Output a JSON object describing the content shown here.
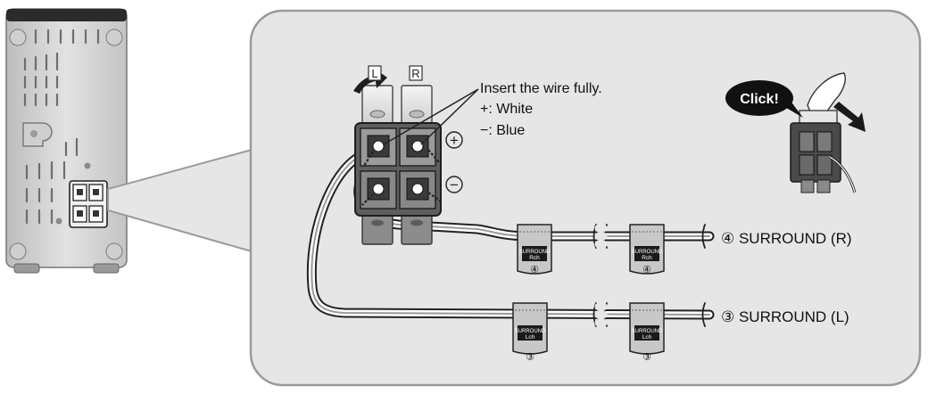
{
  "instruction": {
    "line1": "Insert the wire fully.",
    "line2": "+: White",
    "line3": "−: Blue"
  },
  "callout": "Click!",
  "terminals": {
    "left": "L",
    "right": "R",
    "plus": "+",
    "minus": "−"
  },
  "speakers": {
    "right": {
      "label": "④ SURROUND (R)",
      "tag_top": "SURROUND",
      "tag_ch": "Rch",
      "tag_num": "④"
    },
    "left": {
      "label": "③ SURROUND (L)",
      "tag_top": "SURROUND",
      "tag_ch": "Lch",
      "tag_num": "③"
    }
  },
  "colors": {
    "panel_bg": "#e6e6e6",
    "panel_border": "#9a9a9a",
    "unit_body": "#d6d6d6",
    "dark": "#1a1a1a",
    "terminal_gray": "#8c8c8c"
  }
}
